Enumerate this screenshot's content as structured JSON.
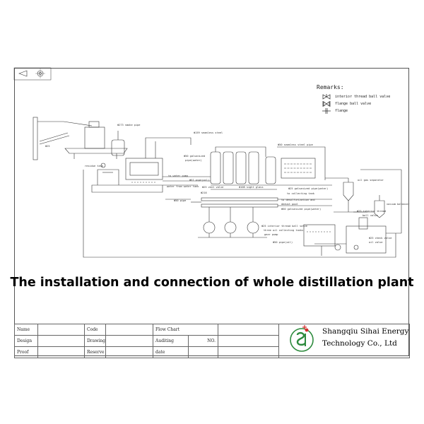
{
  "title": "The installation and connection of whole distillation plant",
  "remarks": {
    "title": "Remarks:",
    "items": [
      {
        "label": "interior thread ball valve"
      },
      {
        "label": "flange ball valve"
      },
      {
        "label": "flange"
      }
    ]
  },
  "labels": {
    "smoke_pipe": "Φ273 smoke pipe",
    "seamless_steel_1": "Φ159 seamless steel",
    "galvanized_pipe_1": "Φ50 galvanized",
    "pipe_water_1": "pipe(water)",
    "seamless_steel_2": "Φ50 seamless steel pipe",
    "residue_tank": "residue tank",
    "pipe_oil": "Φ57 pipe(oil)",
    "vent_valve": "Φ25 vent valve",
    "sight_glass": "Φ108 sight glass",
    "d216": "Φ216",
    "galvanized_pipe_water_2": "Φ25 galvanized pipe(water)",
    "to_collecting_tank": "to collecting tank",
    "to_desulfurization": "to desulfurization and",
    "dedust_pool": "dedust pool",
    "galvanized_pipe_water_3": "Φ50 galvanized pipe(water)",
    "oil_gas_separator": "oil gas separator",
    "vacuum_balancer": "vacuum balancer",
    "interior_thread_ball_valve_1": "Φ25 interior thread",
    "ball_valve": "ball valve",
    "interior_thread_ball_valve_2": "Φ25 interior thread ball valve",
    "oil_collecting_tanks": "three oil collecting tanks",
    "gear_pump": "gear pump",
    "pipe_oil_2": "Φ50 pipe(oil)",
    "d25": "Φ25",
    "d50_pipe": "Φ50 pipe",
    "water_from_water_tank": "water from water tank",
    "to_water_pump": "to water pump",
    "pipe": "Φ50 pipe",
    "oil_check_valve": "Φ25 check valve",
    "oil_valve": "oil valve"
  },
  "titleblock": {
    "row1": {
      "c1": "Name",
      "c2": "",
      "c3": "Code",
      "c4": "",
      "c5": "Flow Chart",
      "c6": "",
      "c7": ""
    },
    "row2": {
      "c1": "Design",
      "c2": "",
      "c3": "Drawing",
      "c4": "",
      "c5": "Auditing",
      "c6": "NO.",
      "c7": ""
    },
    "row3": {
      "c1": "Proof",
      "c2": "",
      "c3": "Reserve",
      "c4": "",
      "c5": "date",
      "c6": "",
      "c7": ""
    }
  },
  "company": {
    "line1": "Shangqiu Sihai Energy",
    "line2": "Technology Co., Ltd"
  },
  "colors": {
    "logo_green": "#2e8b3e",
    "logo_red": "#d62c2c",
    "line": "#333333"
  }
}
